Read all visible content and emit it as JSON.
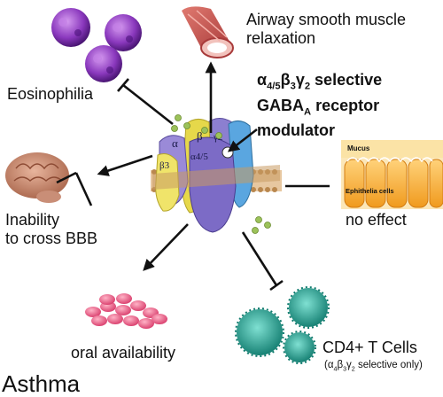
{
  "effects": {
    "airway": "Airway smooth muscle relaxation",
    "eosinophilia": "Eosinophilia",
    "bbb_line1": "Inability",
    "bbb_line2": "to cross BBB",
    "no_effect": "no effect",
    "oral": "oral availability",
    "cd4": "CD4+ T Cells",
    "cd4_note": "(α4β3γ2 selective only)"
  },
  "modulator": {
    "line1": "α4/5β3γ2 selective",
    "line2": "GABAA receptor",
    "line3": "modulator"
  },
  "receptor_subunits": [
    "α",
    "β",
    "γ2",
    "β3",
    "α4/5"
  ],
  "epithelium": {
    "mucus": "Mucus",
    "cells": "Ephithelia cells"
  },
  "disease": "Asthma",
  "colors": {
    "eosinophil": "#7b2fb0",
    "airway": "#c84a4a",
    "pill": "#e24f7d",
    "tcell": "#1e9b8c",
    "epithelium": "#f5a82a",
    "alpha_subunit": "#7c6bc6",
    "beta_subunit": "#e6d84a",
    "gamma_subunit": "#5aa6e0"
  }
}
